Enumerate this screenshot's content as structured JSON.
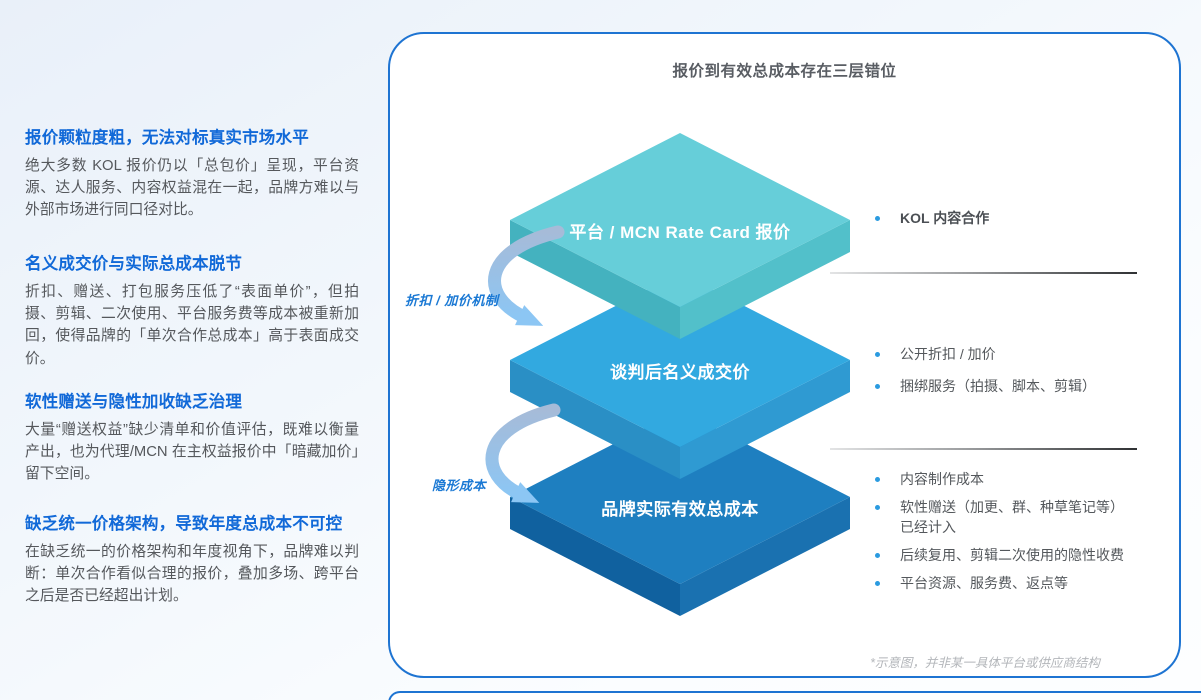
{
  "sidebar": {
    "sections": [
      {
        "heading": "报价颗粒度粗，无法对标真实市场水平",
        "body": "绝大多数 KOL 报价仍以「总包价」呈现，平台资源、达人服务、内容权益混在一起，品牌方难以与外部市场进行同口径对比。"
      },
      {
        "heading": "名义成交价与实际总成本脱节",
        "body": "折扣、赠送、打包服务压低了“表面单价”，但拍摄、剪辑、二次使用、平台服务费等成本被重新加回，使得品牌的「单次合作总成本」高于表面成交价。"
      },
      {
        "heading": "软性赠送与隐性加收缺乏治理",
        "body": "大量“赠送权益”缺少清单和价值评估，既难以衡量产出，也为代理/MCN 在主权益报价中「暗藏加价」留下空间。"
      },
      {
        "heading": "缺乏统一价格架构，导致年度总成本不可控",
        "body": "在缺乏统一的价格架构和年度视角下，品牌难以判断：单次合作看似合理的报价，叠加多场、跨平台之后是否已经超出计划。"
      }
    ]
  },
  "card": {
    "title": "报价到有效总成本存在三层错位",
    "footnote": "*示意图，并非某一具体平台或供应商结构",
    "border_color": "#1e74d2"
  },
  "diagram": {
    "layers": [
      {
        "label": "平台 / MCN Rate Card 报价",
        "top_color": "#66ced9",
        "left_color": "#44b2bf",
        "right_color": "#52c0ca"
      },
      {
        "label": "谈判后名义成交价",
        "top_color": "#32a9e0",
        "left_color": "#2a8fc5",
        "right_color": "#2f9ad2"
      },
      {
        "label": "品牌实际有效总成本",
        "top_color": "#1e7fc0",
        "left_color": "#10619f",
        "right_color": "#1a71b0"
      }
    ],
    "arrows": [
      {
        "label": "折扣 / 加价机制"
      },
      {
        "label": "隐形成本"
      }
    ],
    "arrow_color_start": "#a6bbd8",
    "arrow_color_end": "#8cc6f4",
    "bullet_color": "#2b9be0",
    "annotations": [
      {
        "items": [
          {
            "text": "KOL 内容合作"
          }
        ]
      },
      {
        "items": [
          {
            "text": "公开折扣 / 加价"
          },
          {
            "text": "捆绑服务（拍摄、脚本、剪辑）"
          }
        ]
      },
      {
        "items": [
          {
            "text": "内容制作成本"
          },
          {
            "text": "软性赠送（加更、群、种草笔记等）已经计入"
          },
          {
            "text": "后续复用、剪辑二次使用的隐性收费"
          },
          {
            "text": "平台资源、服务费、返点等"
          }
        ]
      }
    ]
  }
}
